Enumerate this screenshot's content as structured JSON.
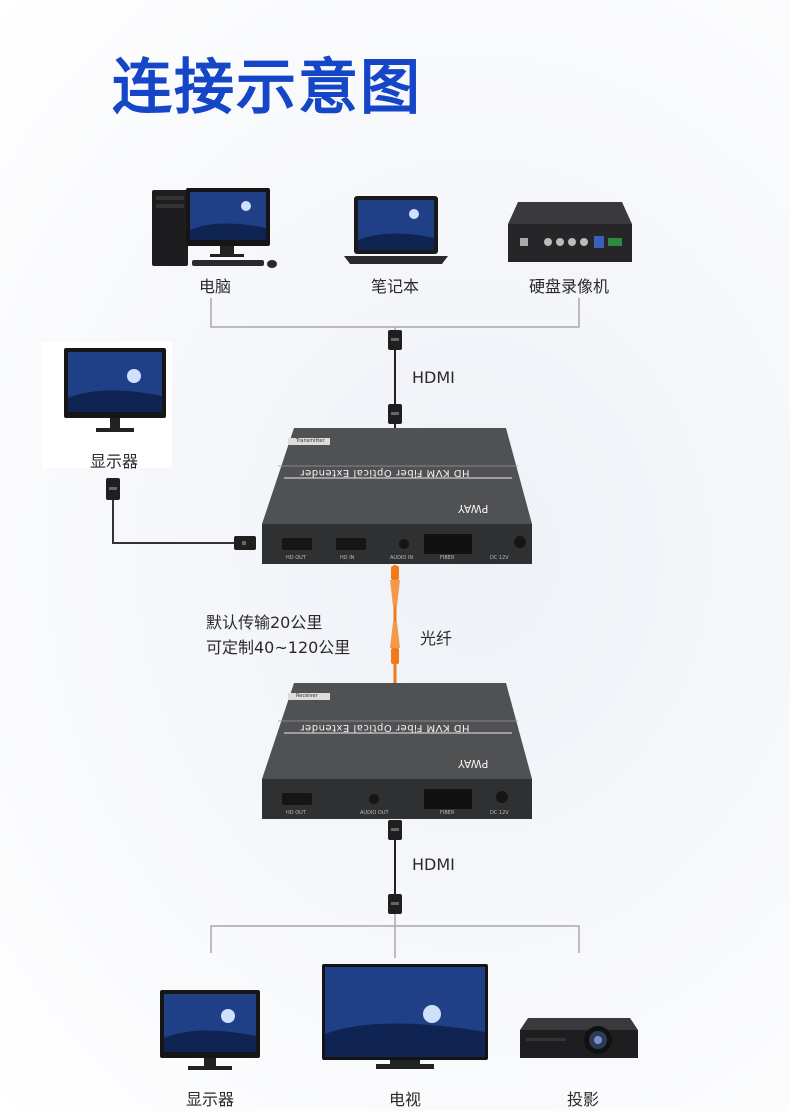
{
  "title": "连接示意图",
  "sources": [
    {
      "label": "电脑",
      "icon": "desktop-computer-icon"
    },
    {
      "label": "笔记本",
      "icon": "laptop-icon"
    },
    {
      "label": "硬盘录像机",
      "icon": "dvr-recorder-icon"
    }
  ],
  "local_monitor": {
    "label": "显示器",
    "icon": "monitor-icon"
  },
  "hdmi_top": "HDMI",
  "hdmi_bottom": "HDMI",
  "fiber_label": "光纤",
  "distance": {
    "line1": "默认传输20公里",
    "line2": "可定制40~120公里"
  },
  "transmitter": {
    "tag": "Transmitter",
    "product": "HD KVM Fiber Optical Extender",
    "brand": "PWAY",
    "ports": [
      "HD OUT",
      "HD IN",
      "AUDIO IN",
      "FIBER",
      "DC 12V"
    ]
  },
  "receiver": {
    "tag": "Receiver",
    "product": "HD KVM Fiber Optical Extender",
    "brand": "PWAY",
    "ports": [
      "HD OUT",
      "AUDIO OUT",
      "FIBER",
      "DC 12V"
    ]
  },
  "outputs": [
    {
      "label": "显示器",
      "icon": "monitor-icon"
    },
    {
      "label": "电视",
      "icon": "tv-icon"
    },
    {
      "label": "投影",
      "icon": "projector-icon"
    }
  ],
  "colors": {
    "title": "#1646c8",
    "fiber": "#f07a1c",
    "device": "#3d3e40",
    "wire": "#999999"
  }
}
